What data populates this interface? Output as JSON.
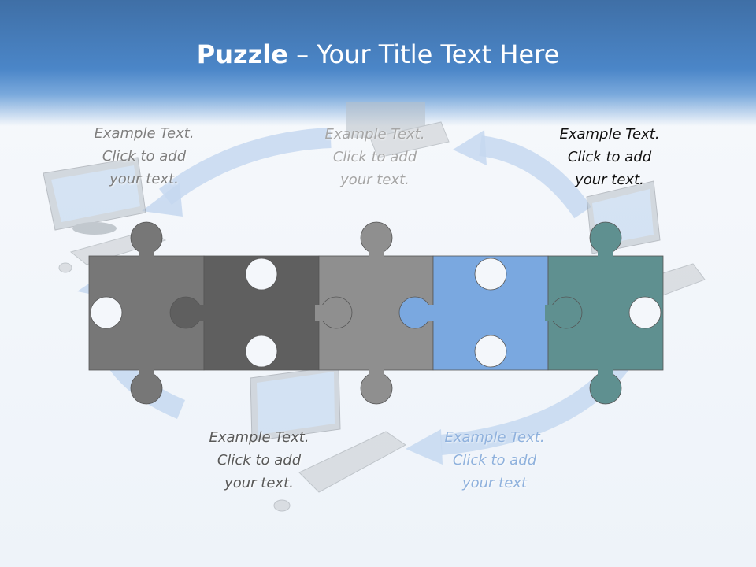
{
  "title": {
    "bold": "Puzzle",
    "rest": " – Your Title Text Here"
  },
  "labels": [
    {
      "line1": "Example Text.",
      "line2": "Click  to add",
      "line3": "your text.",
      "color": "#7f7f7f"
    },
    {
      "line1": "Example Text.",
      "line2": "Click  to add",
      "line3": "your text.",
      "color": "#a6a6a6"
    },
    {
      "line1": "Example Text.",
      "line2": "Click  to add",
      "line3": "your text.",
      "color": "#111111"
    },
    {
      "line1": "Example Text.",
      "line2": "Click  to add",
      "line3": "your text.",
      "color": "#595959"
    },
    {
      "line1": "Example Text.",
      "line2": "Click  to add",
      "line3": "your text",
      "color": "#8fb1dd"
    }
  ],
  "puzzle_colors": [
    "#777777",
    "#5f5f5f",
    "#8f8f8f",
    "#7aa8e0",
    "#5f9090"
  ]
}
